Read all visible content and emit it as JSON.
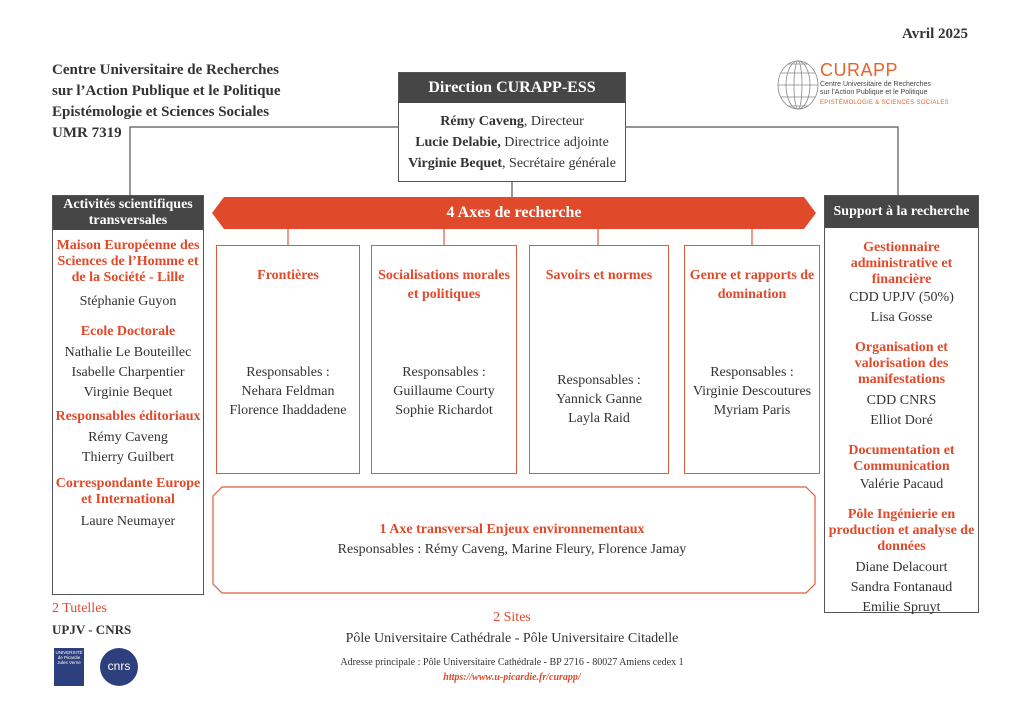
{
  "date": "Avril 2025",
  "lab": {
    "line1": "Centre Universitaire de Recherches",
    "line2": "sur l’Action Publique et le Politique",
    "line3": "Epistémologie et Sciences Sociales",
    "line4": "UMR 7319"
  },
  "logo": {
    "name": "CURAPP",
    "sub1": "Centre Universitaire de Recherches",
    "sub2": "sur l’Action Publique et le Politique",
    "sub3": "EPISTÉMOLOGIE & SCIENCES SOCIALES",
    "icon": "wireframe-sphere-icon",
    "color": "#e8622a"
  },
  "direction": {
    "title": "Direction CURAPP-ESS",
    "members": [
      {
        "name": "Rémy Caveng",
        "sep": ", ",
        "role": "Directeur"
      },
      {
        "name": "Lucie Delabie,",
        "sep": " ",
        "role": "Directrice adjointe"
      },
      {
        "name": "Virginie Bequet",
        "sep": ", ",
        "role": "Secrétaire générale"
      }
    ]
  },
  "left": {
    "title": "Activités scientifiques transversales",
    "sections": [
      {
        "title": "Maison Européenne des Sciences de l’Homme et de la Société - Lille",
        "people": [
          "Stéphanie Guyon"
        ]
      },
      {
        "title": "Ecole Doctorale",
        "people": [
          "Nathalie Le Bouteillec",
          "Isabelle Charpentier",
          "Virginie Bequet"
        ]
      },
      {
        "title": "Responsables éditoriaux",
        "people": [
          "Rémy Caveng",
          "Thierry Guilbert"
        ]
      },
      {
        "title": "Correspondante Europe et International",
        "people": [
          "Laure Neumayer"
        ]
      }
    ]
  },
  "right": {
    "title": "Support à la recherche",
    "sections": [
      {
        "title": "Gestionnaire administrative et financière",
        "people": [
          "CDD UPJV (50%)",
          "Lisa Gosse"
        ]
      },
      {
        "title": "Organisation et valorisation des manifestations",
        "people": [
          "CDD CNRS",
          "Elliot Doré"
        ]
      },
      {
        "title": "Documentation et Communication",
        "people": [
          "Valérie Pacaud"
        ]
      },
      {
        "title": "Pôle Ingénierie en production et analyse de données",
        "people": [
          "Diane Delacourt",
          "Sandra Fontanaud",
          "Emilie Spruyt"
        ]
      }
    ]
  },
  "axes": {
    "title": "4 Axes de recherche",
    "resp_label": "Responsables :",
    "items": [
      {
        "title": "Frontières",
        "people": [
          "Nehara Feldman",
          "Florence Ihaddadene"
        ]
      },
      {
        "title": "Socialisations morales et politiques",
        "people": [
          "Guillaume Courty",
          "Sophie Richardot"
        ]
      },
      {
        "title": "Savoirs et normes",
        "people": [
          "Yannick Ganne",
          "Layla Raid"
        ]
      },
      {
        "title": "Genre et  rapports de domination",
        "people": [
          "Virginie Descoutures",
          "Myriam Paris"
        ]
      }
    ]
  },
  "transversal": {
    "title": "1 Axe transversal Enjeux environnementaux",
    "resp": "Responsables : Rémy Caveng, Marine Fleury, Florence Jamay"
  },
  "tutelles": {
    "title": "2 Tutelles",
    "names": "UPJV - CNRS",
    "upjv_logo_text": "UNIVERSITÉ de Picardie Jules Verne",
    "cnrs_logo_text": "cnrs"
  },
  "sites": {
    "title": "2 Sites",
    "names": "Pôle Universitaire Cathédrale - Pôle Universitaire Citadelle",
    "address": "Adresse principale : Pôle Universitaire Cathédrale - BP 2716 - 80027 Amiens cedex 1",
    "url": "https://www.u-picardie.fr/curapp/"
  },
  "colors": {
    "accent": "#e0492a",
    "dark": "#464646",
    "border": "#555555"
  }
}
